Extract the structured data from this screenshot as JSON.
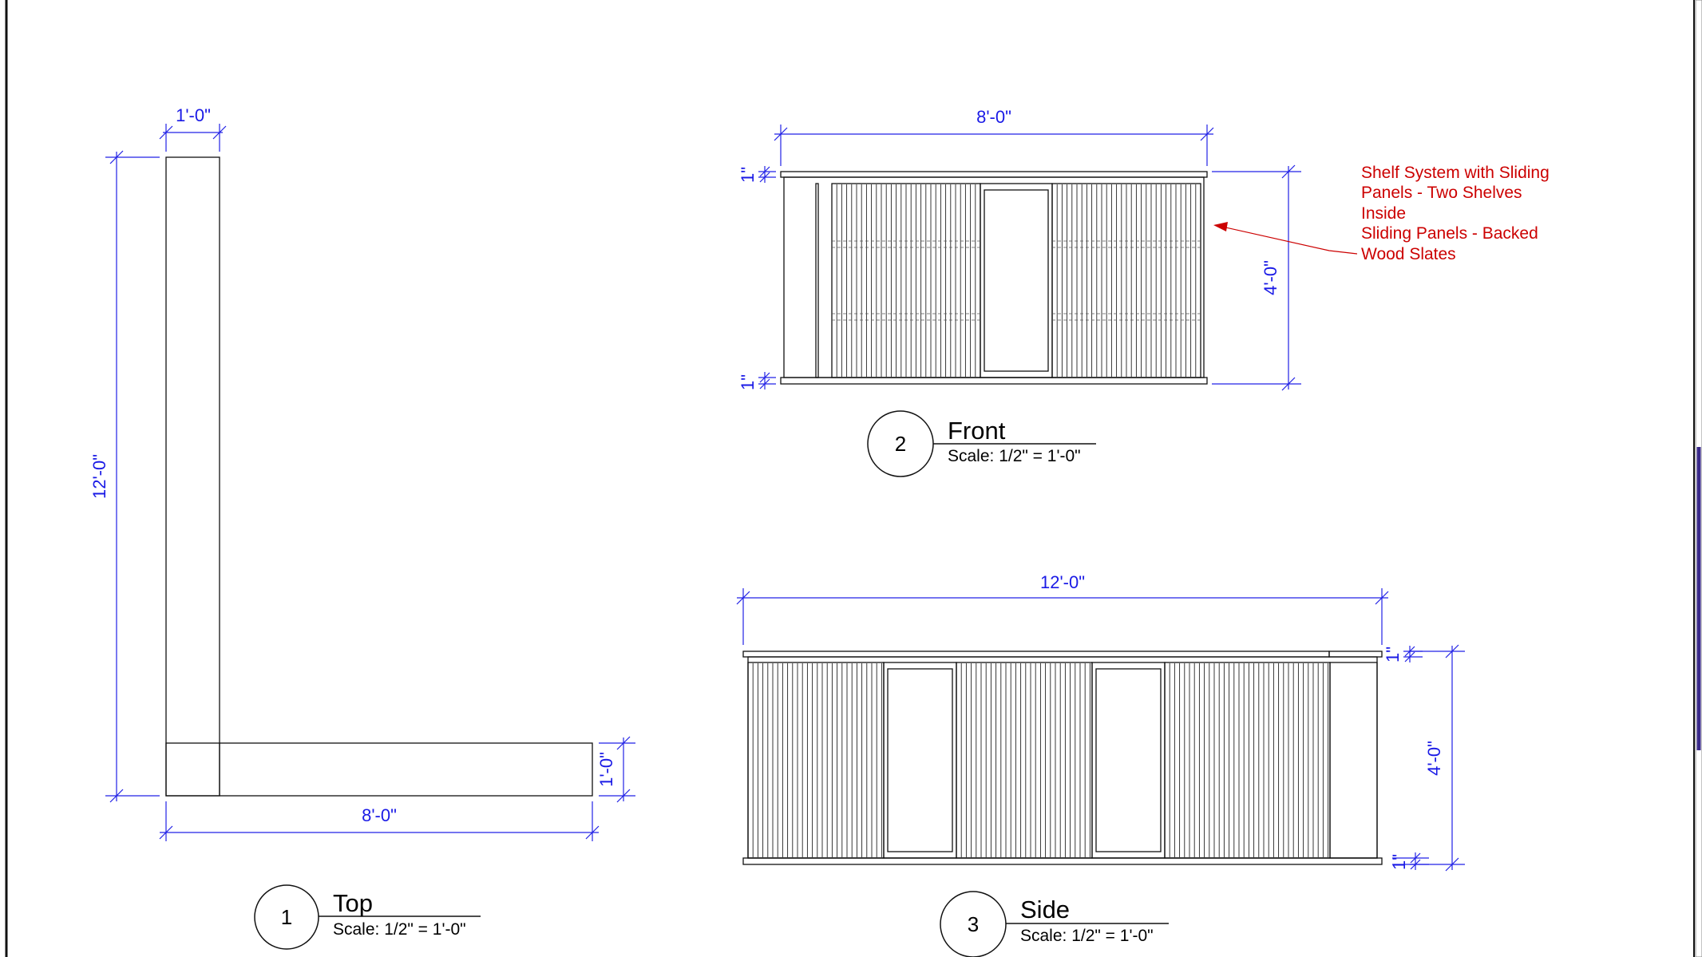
{
  "views": {
    "top": {
      "number": "1",
      "title": "Top",
      "scale": "Scale: 1/2\" = 1'-0\"",
      "dims": {
        "width_top": "1'-0\"",
        "height": "12'-0\"",
        "width_bottom": "8'-0\"",
        "leg_height": "1'-0\""
      }
    },
    "front": {
      "number": "2",
      "title": "Front",
      "scale": "Scale: 1/2\" = 1'-0\"",
      "dims": {
        "width": "8'-0\"",
        "height": "4'-0\"",
        "top_thick": "1\"",
        "bottom_thick": "1\""
      }
    },
    "side": {
      "number": "3",
      "title": "Side",
      "scale": "Scale: 1/2\" = 1'-0\"",
      "dims": {
        "width": "12'-0\"",
        "height": "4'-0\"",
        "top_thick": "1\"",
        "bottom_thick": "1\""
      }
    }
  },
  "annotation": {
    "lines": [
      "Shelf System with Sliding",
      "Panels - Two Shelves",
      "Inside",
      "Sliding Panels - Backed",
      "Wood Slates"
    ],
    "color": "#cc0000"
  },
  "colors": {
    "dimension": "#1a1ae6",
    "linework": "#111111",
    "border_accent": "#3a2a8a"
  }
}
